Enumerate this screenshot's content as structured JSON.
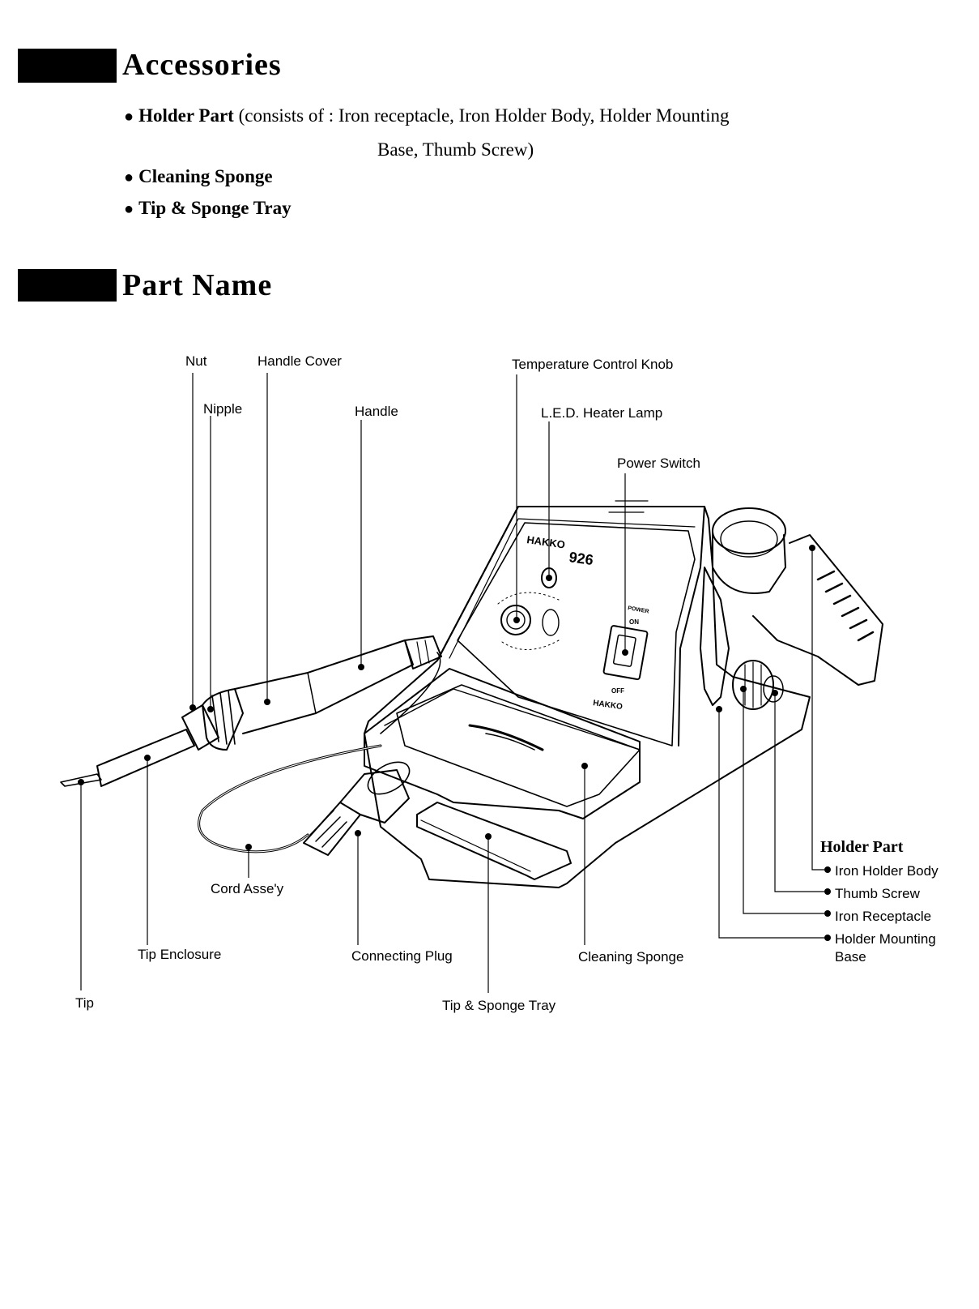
{
  "accessories": {
    "title": "Accessories",
    "items": [
      {
        "bold": "Holder Part",
        "detail": "(consists of : Iron receptacle, Iron Holder Body, Holder Mounting",
        "detail_cont": "Base, Thumb Screw)"
      },
      {
        "bold": "Cleaning Sponge"
      },
      {
        "bold": "Tip & Sponge Tray"
      }
    ]
  },
  "part_name": {
    "title": "Part Name",
    "labels": {
      "nut": "Nut",
      "handle_cover": "Handle Cover",
      "nipple": "Nipple",
      "handle": "Handle",
      "temp_knob": "Temperature Control Knob",
      "led_lamp": "L.E.D. Heater Lamp",
      "power_switch": "Power Switch",
      "cord": "Cord Asse'y",
      "tip_enclosure": "Tip Enclosure",
      "connecting_plug": "Connecting Plug",
      "cleaning_sponge": "Cleaning Sponge",
      "tip_sponge_tray": "Tip & Sponge Tray",
      "tip": "Tip"
    },
    "holder_part": {
      "title": "Holder Part",
      "items": [
        "Iron Holder Body",
        "Thumb Screw",
        "Iron Receptacle",
        "Holder Mounting",
        "Base"
      ]
    },
    "unit_marks": {
      "brand": "HAKKO",
      "model": "926",
      "power": "POWER",
      "on": "ON",
      "off": "OFF"
    }
  }
}
